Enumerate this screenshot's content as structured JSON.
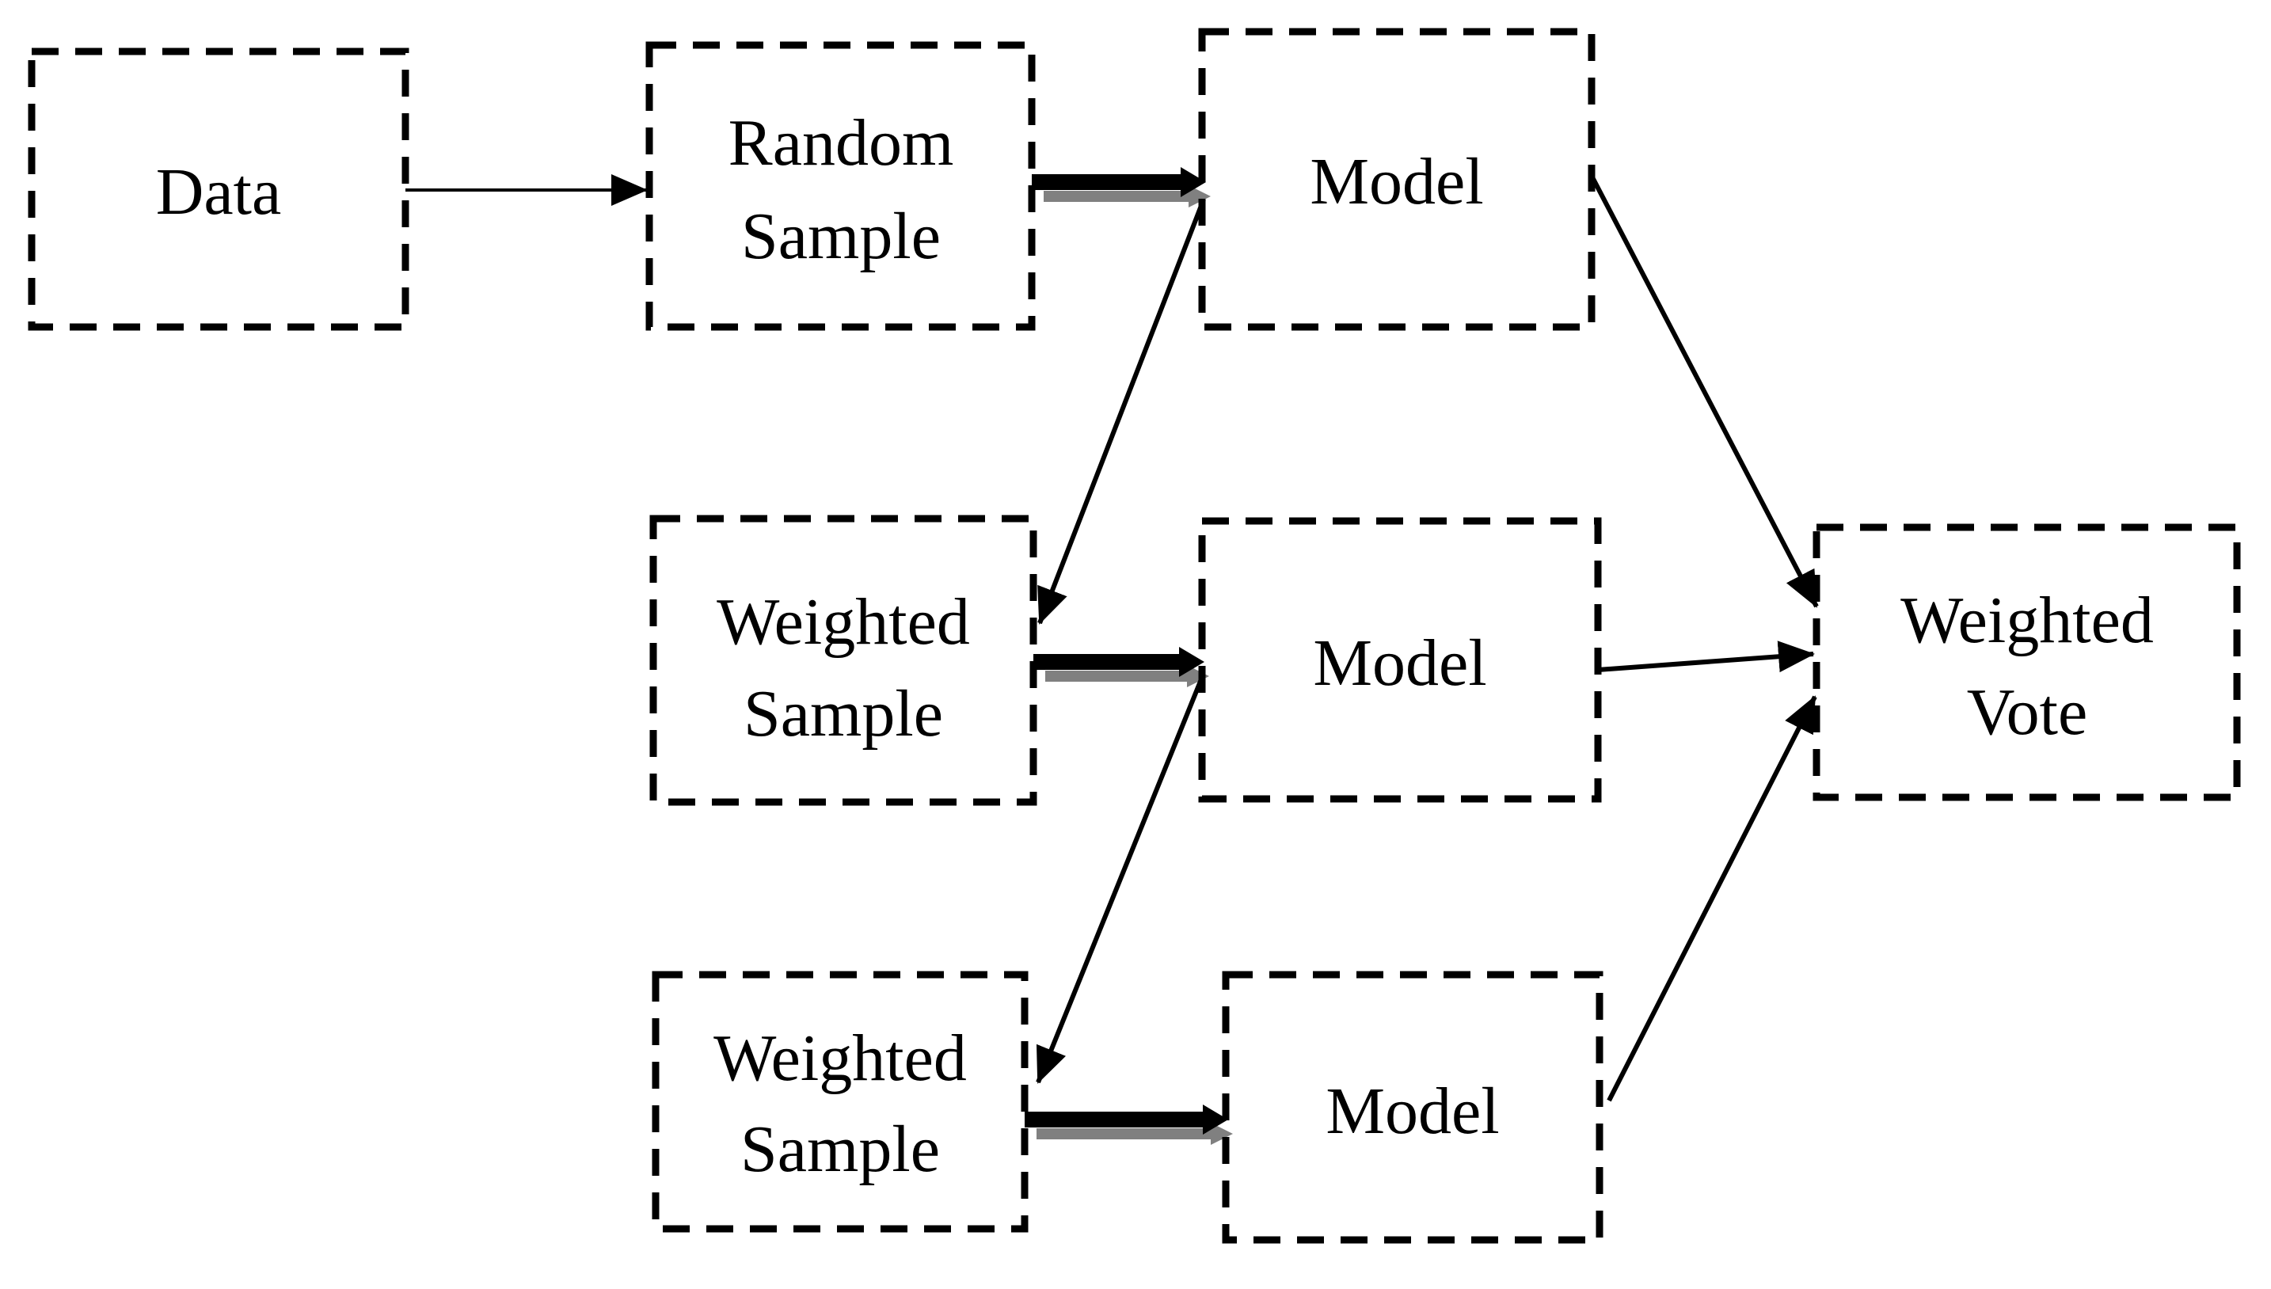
{
  "diagram": {
    "type": "flowchart",
    "topic": "boosting-ensemble",
    "colors": {
      "stroke": "#000000",
      "shadow": "#808080",
      "text": "#000000",
      "background": "#ffffff"
    },
    "nodes": {
      "data": {
        "lines": [
          "Data"
        ]
      },
      "random_sample": {
        "lines": [
          "Random",
          "Sample"
        ]
      },
      "model_1": {
        "lines": [
          "Model"
        ]
      },
      "weighted_sample_1": {
        "lines": [
          "Weighted",
          "Sample"
        ]
      },
      "model_2": {
        "lines": [
          "Model"
        ]
      },
      "weighted_sample_2": {
        "lines": [
          "Weighted",
          "Sample"
        ]
      },
      "model_3": {
        "lines": [
          "Model"
        ]
      },
      "weighted_vote": {
        "lines": [
          "Weighted",
          "Vote"
        ]
      }
    },
    "edges": [
      {
        "from": "data",
        "to": "random_sample",
        "style": "thin"
      },
      {
        "from": "random_sample",
        "to": "model_1",
        "style": "thick_with_shadow"
      },
      {
        "from": "model_1",
        "to": "weighted_sample_1",
        "style": "thin"
      },
      {
        "from": "weighted_sample_1",
        "to": "model_2",
        "style": "thick_with_shadow"
      },
      {
        "from": "model_2",
        "to": "weighted_sample_2",
        "style": "thin"
      },
      {
        "from": "weighted_sample_2",
        "to": "model_3",
        "style": "thick_with_shadow"
      },
      {
        "from": "model_1",
        "to": "weighted_vote",
        "style": "thin"
      },
      {
        "from": "model_2",
        "to": "weighted_vote",
        "style": "thin"
      },
      {
        "from": "model_3",
        "to": "weighted_vote",
        "style": "thin"
      }
    ]
  }
}
